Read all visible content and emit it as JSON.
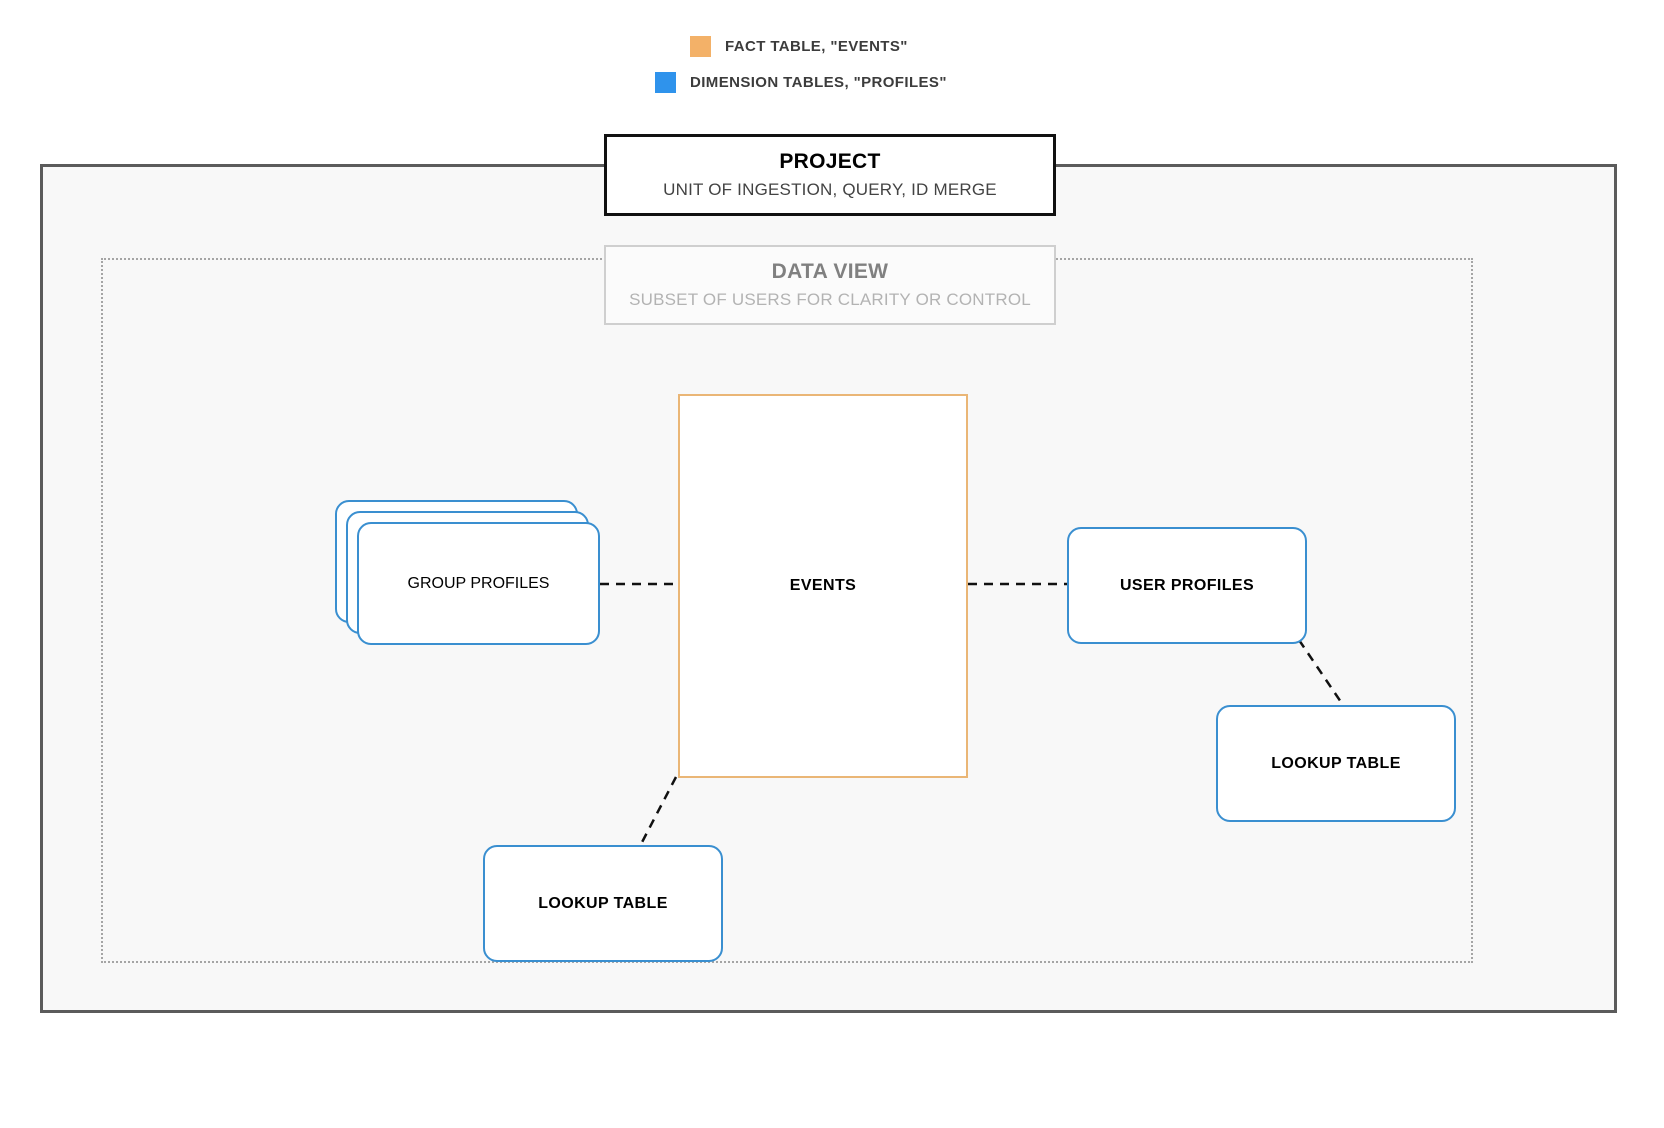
{
  "legend": {
    "items": [
      {
        "swatch_color": "#f3b168",
        "label": "FACT TABLE, \"EVENTS\"",
        "icon": "square-swatch-icon"
      },
      {
        "swatch_color": "#2f93ec",
        "label": "DIMENSION TABLES, \"PROFILES\"",
        "icon": "square-swatch-icon"
      }
    ]
  },
  "project": {
    "title": "PROJECT",
    "subtitle": "UNIT OF INGESTION, QUERY, ID MERGE",
    "border_color": "#111111",
    "container_fill": "#f8f8f8",
    "container_border_color": "#5b5b5b"
  },
  "data_view": {
    "title": "DATA VIEW",
    "subtitle": "SUBSET OF USERS FOR CLARITY OR CONTROL",
    "border_color": "#cfcfcf",
    "title_color": "#808080",
    "subtitle_color": "#b3b3b3",
    "container_border_color": "#a5a5a5"
  },
  "nodes": {
    "events": {
      "label": "EVENTS",
      "type": "fact-table",
      "border_color": "#eab676"
    },
    "group_profiles": {
      "label": "GROUP PROFILES",
      "type": "dimension-table-stack",
      "border_color": "#3a8fd0",
      "stack_count": 3
    },
    "user_profiles": {
      "label": "USER PROFILES",
      "type": "dimension-table",
      "border_color": "#3a8fd0"
    },
    "lookup_table_right": {
      "label": "LOOKUP TABLE",
      "type": "dimension-table",
      "border_color": "#3a8fd0"
    },
    "lookup_table_left": {
      "label": "LOOKUP TABLE",
      "type": "dimension-table",
      "border_color": "#3a8fd0"
    }
  },
  "connections": [
    {
      "from": "group_profiles",
      "to": "events",
      "style": "dashed"
    },
    {
      "from": "events",
      "to": "user_profiles",
      "style": "dashed"
    },
    {
      "from": "user_profiles",
      "to": "lookup_table_right",
      "style": "dashed"
    },
    {
      "from": "events",
      "to": "lookup_table_left",
      "style": "dashed"
    }
  ]
}
